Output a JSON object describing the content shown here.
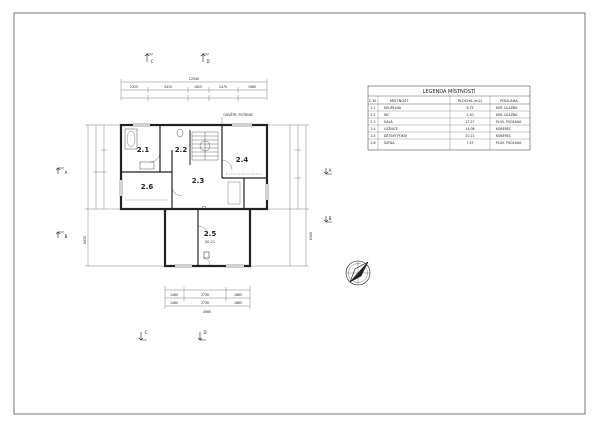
{
  "legend": {
    "title": "LEGENDA MÍSTNOSTÍ",
    "columns": [
      "Č.M.",
      "MÍSTNOST",
      "PLOCHA (m2)",
      "PODLAHA"
    ],
    "rows": [
      [
        "2.1",
        "KOUPELNA",
        "6,75",
        "KER. DLAŽBA"
      ],
      [
        "2.2",
        "WC",
        "1,50",
        "KER. DLAŽBA"
      ],
      [
        "2.3",
        "HALA",
        "17,27",
        "PLOV. PODLAHA"
      ],
      [
        "2.4",
        "LOŽNICE",
        "14,08",
        "KOBEREC"
      ],
      [
        "2.5",
        "DĚTSKÝ POKOJ",
        "20,21",
        "KOBEREC"
      ],
      [
        "2.6",
        "ŠATNA",
        "7,53",
        "PLOV. PODLAHA"
      ]
    ]
  },
  "rooms": [
    {
      "label": "2.1"
    },
    {
      "label": "2.2"
    },
    {
      "label": "2.3"
    },
    {
      "label": "2.4"
    },
    {
      "label": "2.5",
      "area": "20,21"
    },
    {
      "label": "2.6"
    }
  ],
  "section_marks": {
    "top_left": "C",
    "top_right": "D",
    "bottom_left": "C",
    "bottom_right": "D",
    "left_upper": "A",
    "left_lower": "B",
    "right_upper": "A",
    "right_lower": "B"
  },
  "dimensions": {
    "top_overall": "12540",
    "top_segments": [
      "2325",
      "3415",
      "1825",
      "2470",
      "1980"
    ],
    "bottom_overall": "4565",
    "bottom_segments": [
      "1460",
      "2730",
      "1865"
    ],
    "bottom_segments_upper": [
      "1460",
      "2730",
      "1865"
    ],
    "left_outer": "8035",
    "right_outer": "8345"
  },
  "stair_label": "",
  "note_top": "ODVĚTR. POTRUBÍ"
}
